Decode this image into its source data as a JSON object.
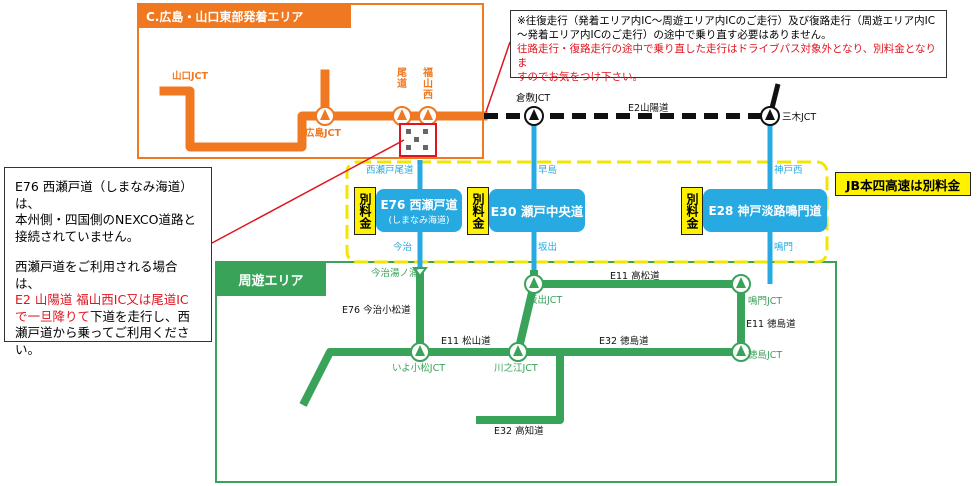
{
  "areas": {
    "c_area_title": "C.広島・山口東部発着エリア",
    "shuyu_title": "周遊エリア"
  },
  "notes": {
    "top_line1": "※往復走行（発着エリア内IC～周遊エリア内ICのご走行）及び復路走行（周遊エリア内IC",
    "top_line2": "～発着エリア内ICのご走行）の途中で乗り直す必要はありません。",
    "top_red1": "往路走行・復路走行の途中で乗り直した走行はドライブパス対象外となり、別料金となりま",
    "top_red2": "すのでお気をつけ下さい。",
    "left_line1": "E76 西瀬戸道（しまなみ海道）は、",
    "left_line2": "本州側・四国側のNEXCO道路と",
    "left_line3": "接続されていません。",
    "left_line4": "西瀬戸道をご利用される場合は、",
    "left_red1": "E2 山陽道 福山西IC又は尾道IC",
    "left_red2": "で一旦降りて",
    "left_after_red": "下道を走行し、西",
    "left_line6": "瀬戸道から乗ってご利用ください。"
  },
  "badges": {
    "jb_separate": "JB本四高速は別料金",
    "separate_fee": "別料金"
  },
  "routes": {
    "e76": {
      "name": "E76 西瀬戸道",
      "sub": "(しまなみ海道)"
    },
    "e30": {
      "name": "E30 瀬戸中央道"
    },
    "e28": {
      "name": "E28 神戸淡路鳴門道"
    }
  },
  "labels": {
    "yamaguchi_jct": "山口JCT",
    "hiroshima_jct": "広島JCT",
    "onomichi": "尾道",
    "fukuyama_nishi": "福山西",
    "kurashiki_jct": "倉敷JCT",
    "e2_sanyo": "E2山陽道",
    "miki_jct": "三木JCT",
    "nishiseto_onomichi": "西瀬戸尾道",
    "hayashima": "早島",
    "kobe_nishi": "神戸西",
    "imabari": "今治",
    "sakaide": "坂出",
    "naruto": "鳴門",
    "imabari_yunoura": "今治湯ノ浦",
    "e76_imabari_komatsu": "E76 今治小松道",
    "sakaide_jct": "坂出JCT",
    "e11_takamatsu": "E11 高松道",
    "naruto_jct": "鳴門JCT",
    "e11_tokushima": "E11 徳島道",
    "e11_matsuyama": "E11 松山道",
    "e32_tokushima": "E32 徳島道",
    "iyo_komatsu_jct": "いよ小松JCT",
    "kawanoe_jct": "川之江JCT",
    "tokushima_jct": "徳島JCT",
    "e32_kochi": "E32 高知道"
  },
  "colors": {
    "orange": "#f07820",
    "green": "#3aa35a",
    "blue": "#27a9e1",
    "black": "#111111",
    "yellow": "#fff200",
    "red": "#e0141e"
  }
}
